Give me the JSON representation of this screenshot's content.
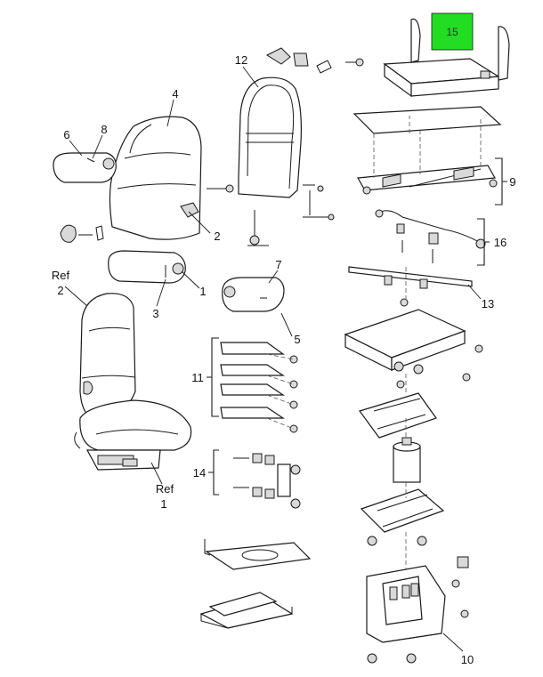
{
  "colors": {
    "highlight": "#22dd22",
    "line": "#1a1a1a",
    "background": "#ffffff"
  },
  "callouts": {
    "c1": "1",
    "c1b": "1",
    "c2": "2",
    "c2b": "2",
    "c3": "3",
    "c4": "4",
    "c5": "5",
    "c6": "6",
    "c7": "7",
    "c8": "8",
    "c9": "9",
    "c10": "10",
    "c11": "11",
    "c12": "12",
    "c13": "13",
    "c14": "14",
    "c15": "15",
    "c16": "16",
    "ref_a": "Ref",
    "ref_b": "Ref"
  },
  "highlighted_part": "15"
}
